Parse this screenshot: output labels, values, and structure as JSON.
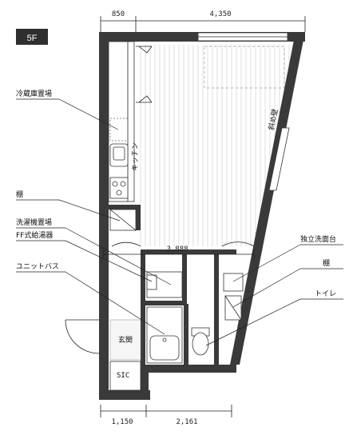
{
  "floor": "5F",
  "dimensions": {
    "top_left": "850",
    "top_right": "4,350",
    "middle": "3,888",
    "bottom_left": "1,150",
    "bottom_right": "2,161"
  },
  "labels": {
    "fridge": "冷蔵庫置場",
    "shelf_left": "棚",
    "washer": "洗濯機置場",
    "water_heater": "FF式給湯器",
    "unit_bath": "ユニットバス",
    "entrance": "玄関",
    "sic": "SIC",
    "kitchen": "キッチン",
    "slant_wall": "斜め壁",
    "vanity": "独立洗面台",
    "shelf_right": "棚",
    "toilet": "トイレ"
  }
}
